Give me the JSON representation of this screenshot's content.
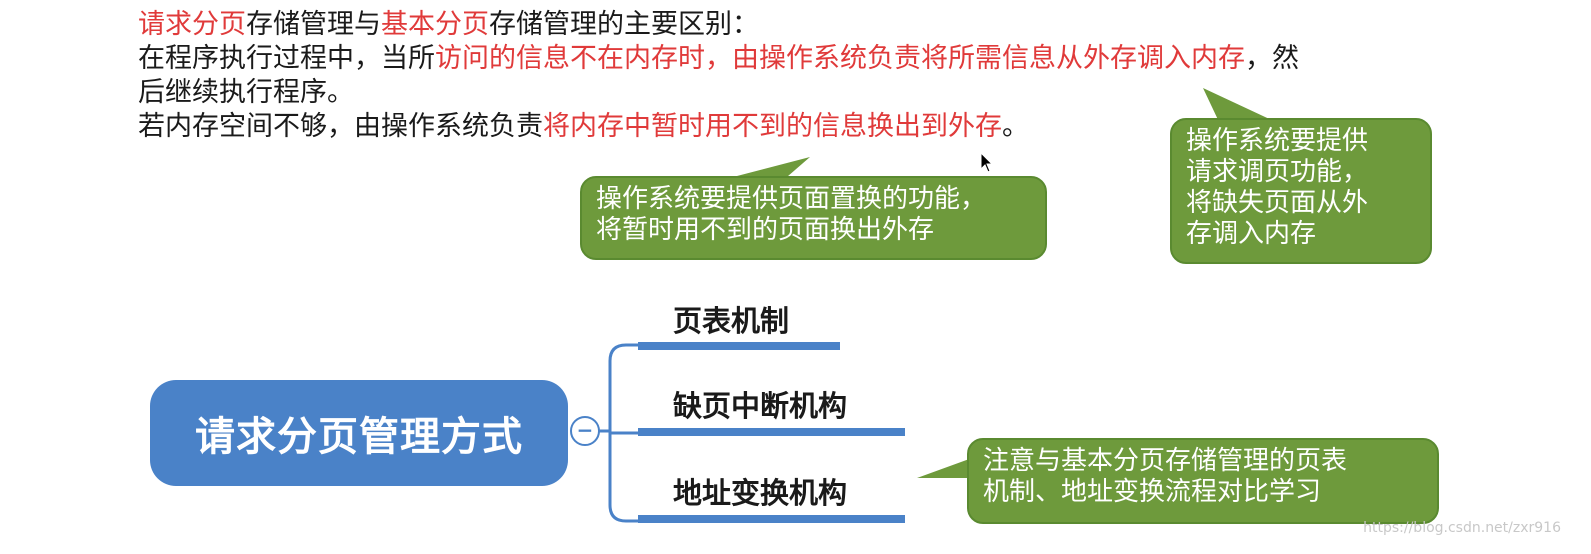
{
  "text": {
    "line1": {
      "p1": "请求分页",
      "p2": "存储管理与",
      "p3": "基本分页",
      "p4": "存储管理的主要区别："
    },
    "line2": {
      "p1": "在程序执行过程中，当所",
      "p2": "访问的信息不在内存时，由操作系统负责将所需信息从外存调入内存",
      "p3": "，然"
    },
    "line3": "后继续执行程序。",
    "line4": {
      "p1": "若内存空间不够，由操作系统负责",
      "p2": "将内存中暂时用不到的信息换出到外存",
      "p3": "。"
    }
  },
  "callouts": {
    "page_replacement": [
      "操作系统要提供页面置换的功能，",
      "将暂时用不到的页面换出外存"
    ],
    "page_request": [
      "操作系统要提供",
      "请求调页功能，",
      "将缺失页面从外",
      "存调入内存"
    ],
    "compare_note": [
      "注意与基本分页存储管理的页表",
      "机制、地址变换流程对比学习"
    ]
  },
  "mindmap": {
    "root": "请求分页管理方式",
    "collapse_symbol": "−",
    "branches": [
      "页表机制",
      "缺页中断机构",
      "地址变换机构"
    ]
  },
  "watermark": "https://blog.csdn.net/zxr916",
  "colors": {
    "highlight_red": "#e03a3a",
    "callout_green": "#6e9a3c",
    "mindmap_blue": "#4a82c8"
  }
}
